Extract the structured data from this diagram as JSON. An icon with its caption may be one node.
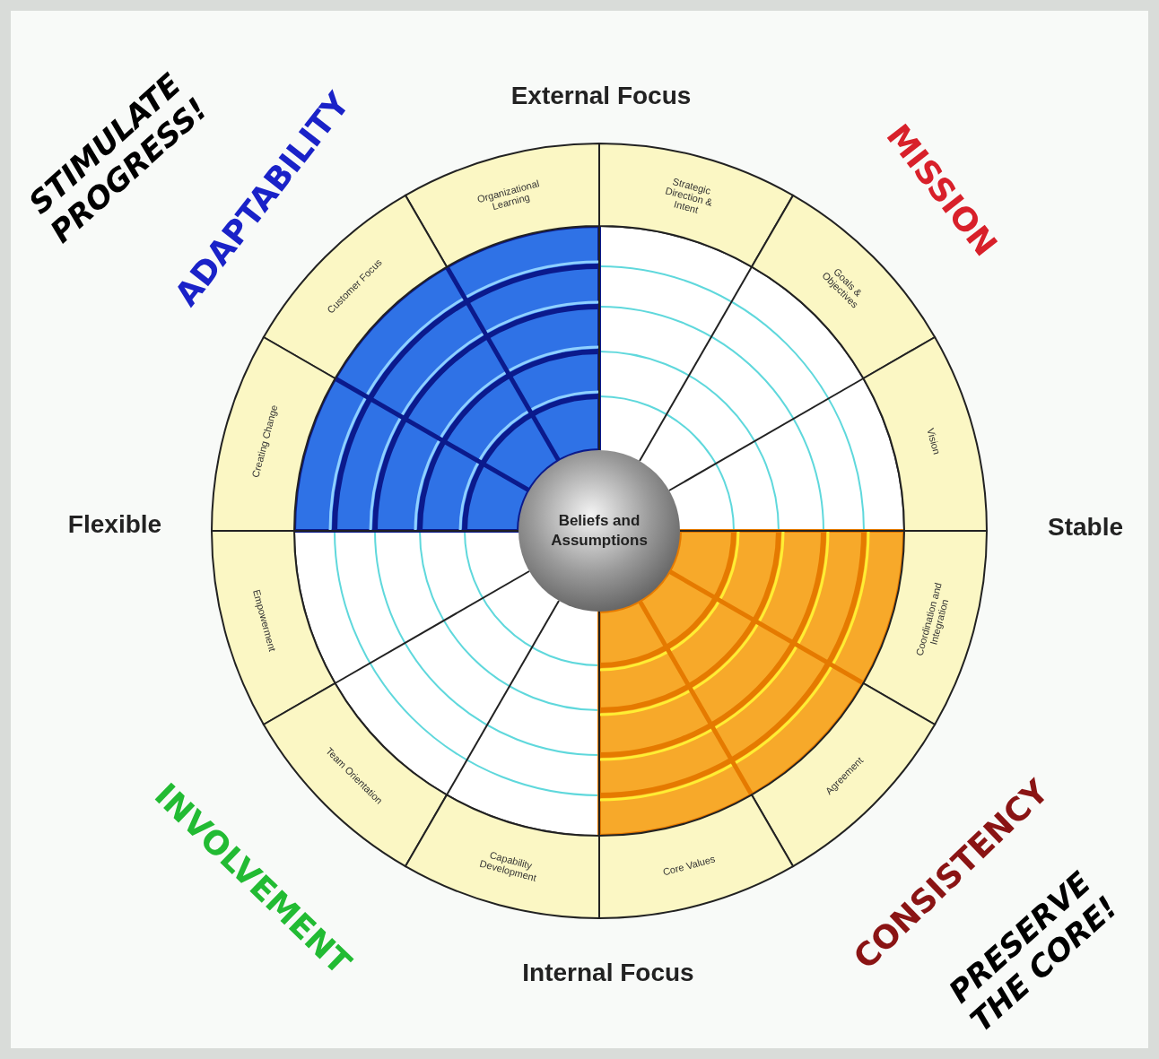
{
  "diagram": {
    "nodes": [
      {
        "text": [
          "Beliefs and Assumptions"
        ]
      },
      {
        "text": [
          "Organizational Learning"
        ]
      },
      {
        "text": [
          "Strategic Direction & Intent"
        ]
      },
      {
        "text": [
          "Customer Focus"
        ]
      },
      {
        "text": [
          "Goals & Objectives"
        ]
      },
      {
        "text": [
          "Creating Change"
        ]
      },
      {
        "text": [
          "Vision"
        ]
      },
      {
        "text": [
          "Empowerment"
        ]
      },
      {
        "text": [
          "Coordination and Integration"
        ]
      },
      {
        "text": [
          "Team Orientation"
        ]
      },
      {
        "text": [
          "Agreement"
        ]
      },
      {
        "text": [
          "Capability Development"
        ]
      },
      {
        "text": [
          "Core Values"
        ]
      }
    ],
    "labels": [
      "STIMULATE PROGRESS!",
      "ADAPTABILITY",
      "External Focus",
      "MISSION",
      "Flexible",
      "Stable",
      "INVOLVEMENT",
      "Internal Focus",
      "CONSISTENCY",
      "PRESERVE THE CORE!"
    ]
  }
}
